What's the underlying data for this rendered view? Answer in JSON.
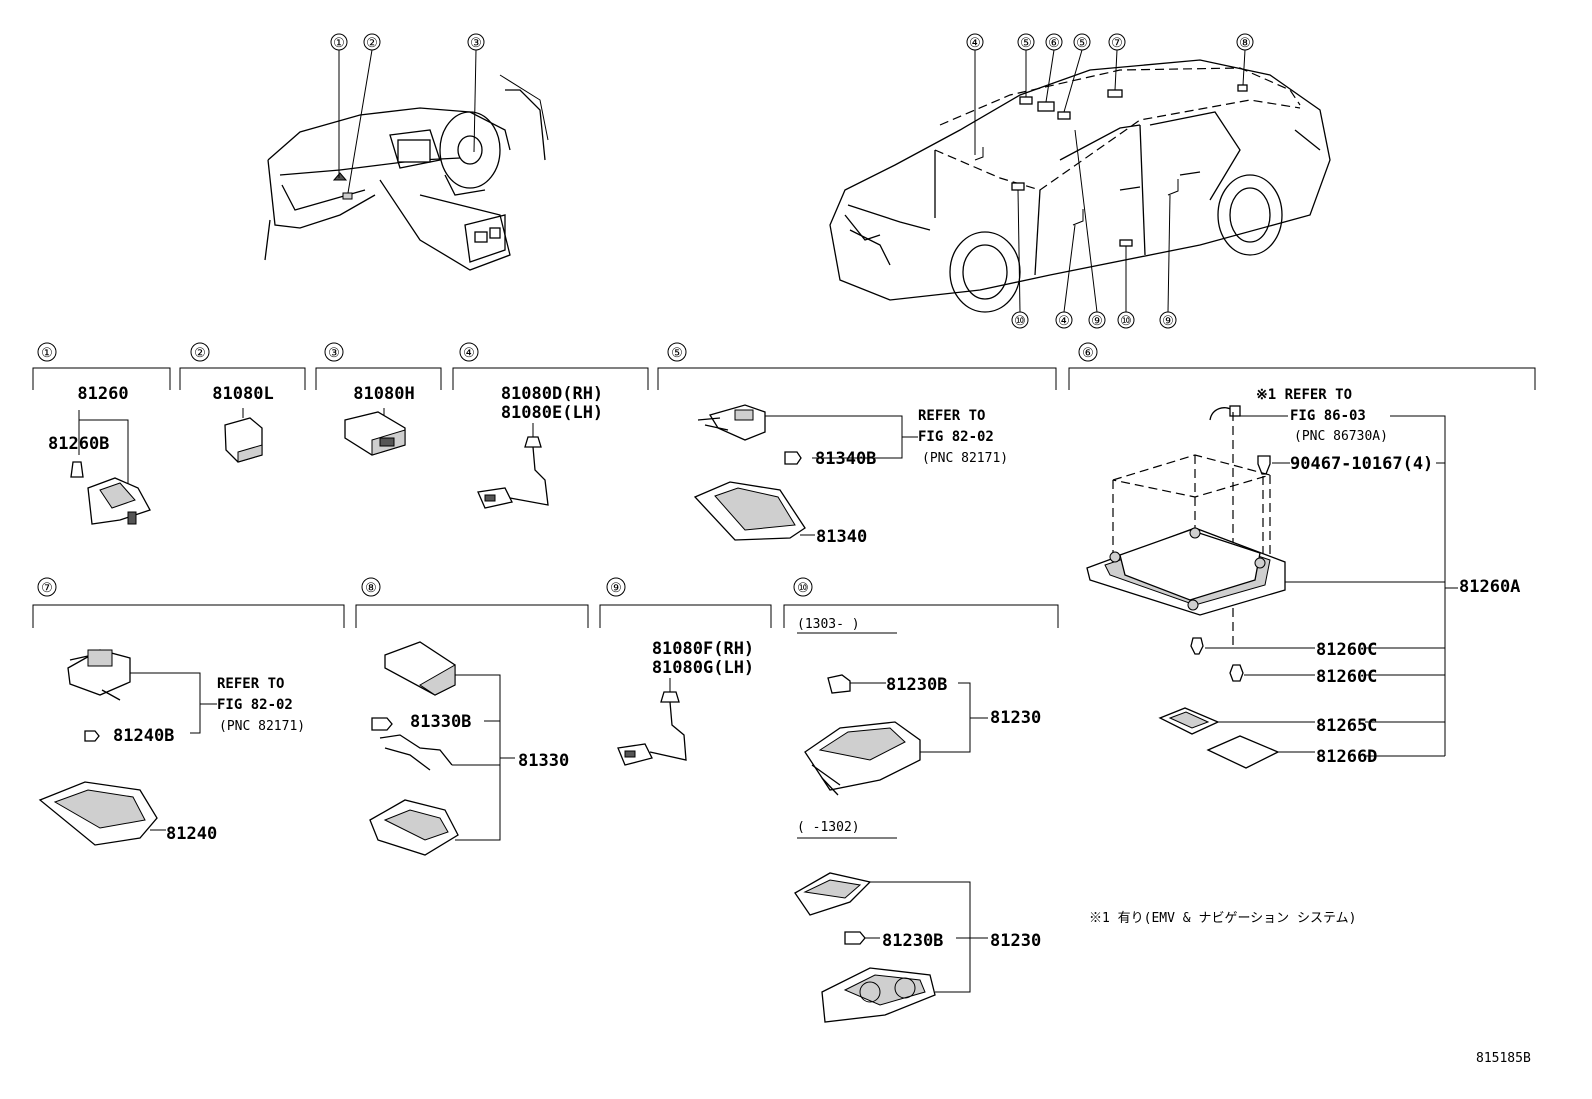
{
  "sections": [
    {
      "num": "①",
      "parts": [
        "81260",
        "81260B"
      ]
    },
    {
      "num": "②",
      "parts": [
        "81080L"
      ]
    },
    {
      "num": "③",
      "parts": [
        "81080H"
      ]
    },
    {
      "num": "④",
      "parts": [
        "81080D(RH)",
        "81080E(LH)"
      ]
    },
    {
      "num": "⑤",
      "parts": [
        "81340B",
        "81340"
      ],
      "refer": [
        "REFER TO",
        "FIG 82-02",
        "(PNC 82171)"
      ]
    },
    {
      "num": "⑥",
      "parts": [
        "90467-10167(4)",
        "81260A",
        "81260C",
        "81260C",
        "81265C",
        "81266D"
      ],
      "refer": [
        "※1 REFER TO",
        "FIG 86-03",
        "(PNC 86730A)"
      ]
    },
    {
      "num": "⑦",
      "parts": [
        "81240B",
        "81240"
      ],
      "refer": [
        "REFER TO",
        "FIG 82-02",
        "(PNC 82171)"
      ]
    },
    {
      "num": "⑧",
      "parts": [
        "81330B",
        "81330"
      ]
    },
    {
      "num": "⑨",
      "parts": [
        "81080F(RH)",
        "81080G(LH)"
      ]
    },
    {
      "num": "⑩",
      "parts": [
        "81230B",
        "81230",
        "81230B",
        "81230"
      ],
      "dates": [
        "(1303-     )",
        "(     -1302)"
      ]
    }
  ],
  "callouts": {
    "interior": [
      "①",
      "②",
      "③"
    ],
    "car_top": [
      "④",
      "⑤",
      "⑥",
      "⑤",
      "⑦",
      "⑧"
    ],
    "car_bottom": [
      "⑩",
      "④",
      "⑨",
      "⑩",
      "⑨"
    ]
  },
  "footnote": "※1 有り(EMV & ナビゲーション システム)",
  "figure_id": "815185B"
}
